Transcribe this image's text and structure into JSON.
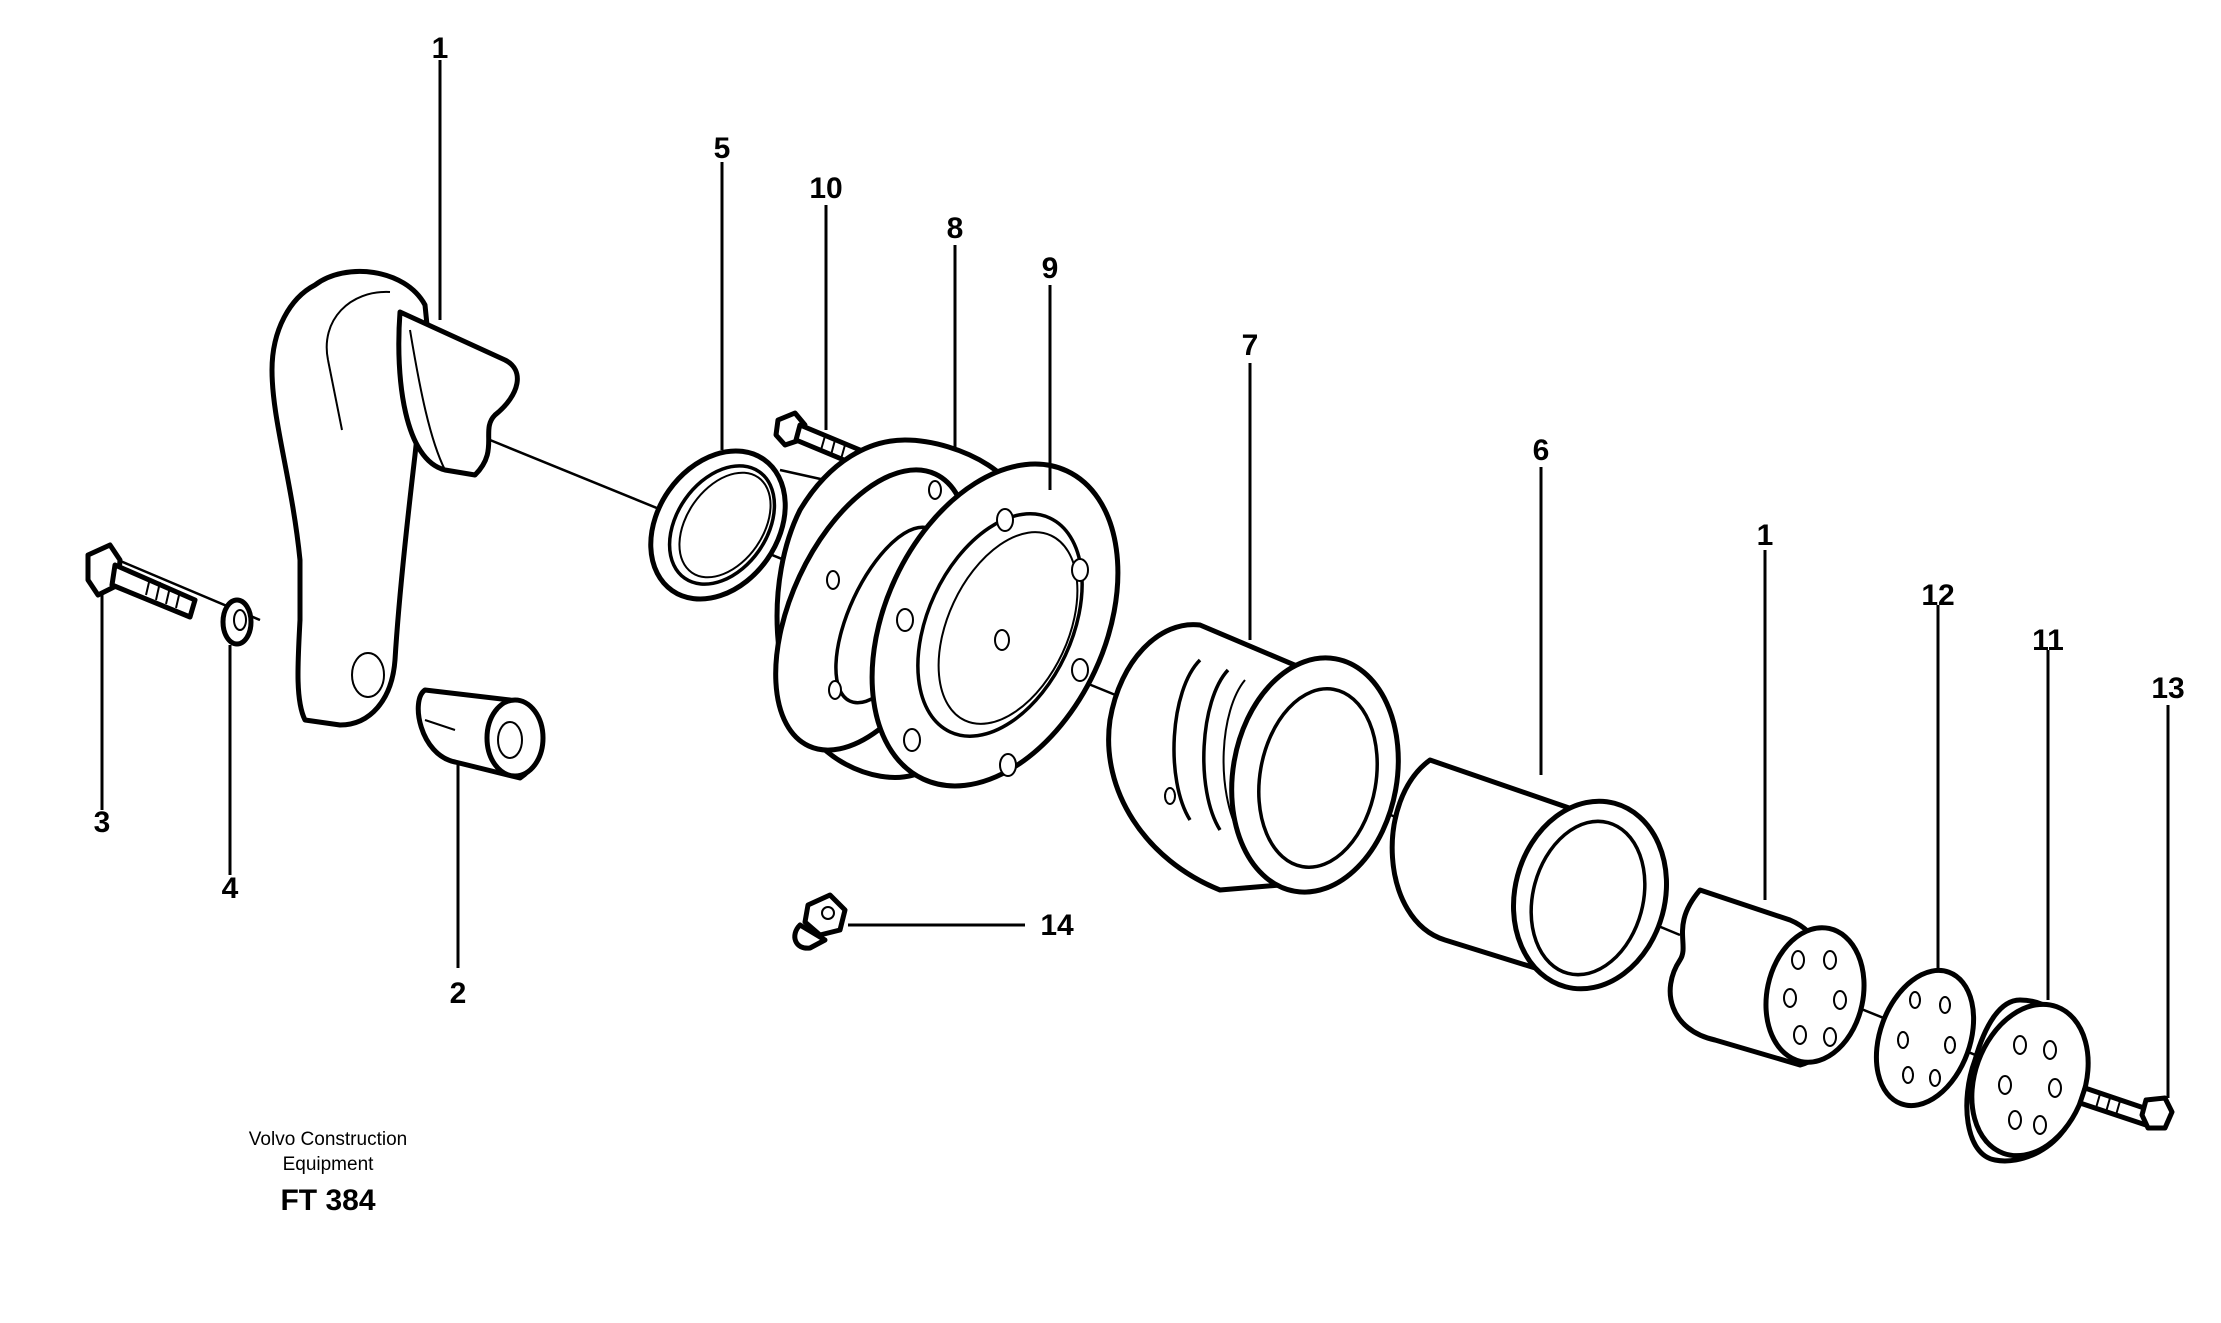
{
  "callouts": {
    "c1_top": "1",
    "c1_right": "1",
    "c2": "2",
    "c3": "3",
    "c4": "4",
    "c5": "5",
    "c6": "6",
    "c7": "7",
    "c8": "8",
    "c9": "9",
    "c10": "10",
    "c11": "11",
    "c12": "12",
    "c13": "13",
    "c14": "14"
  },
  "footer": {
    "line1": "Volvo Construction",
    "line2": "Equipment",
    "code": "FT 384"
  }
}
